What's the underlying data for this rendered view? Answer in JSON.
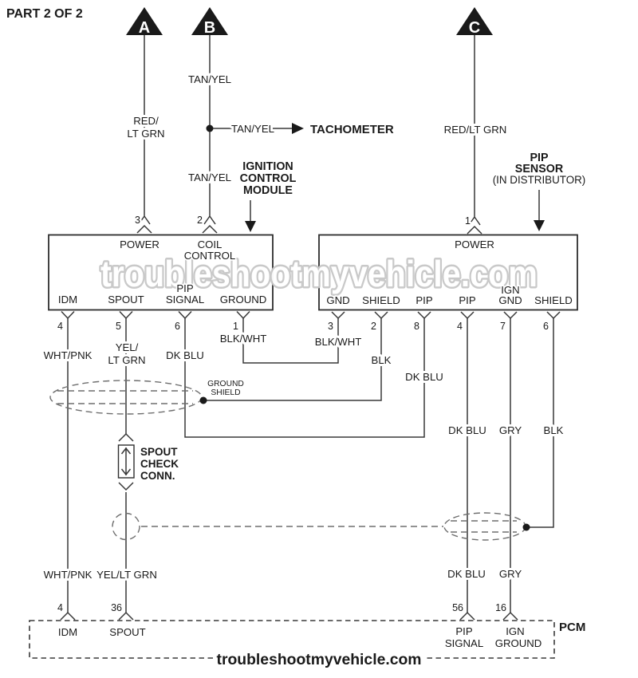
{
  "palette": {
    "line_color": "#383838",
    "watermark_gray": "#c7c7c7",
    "background": "#ffffff",
    "text_color": "#1a1a1a"
  },
  "header": {
    "part_label": "PART 2 OF 2"
  },
  "watermark": {
    "middle": "troubleshootmyvehicle.com",
    "footer": "troubleshootmyvehicle.com"
  },
  "connector_triangles": [
    {
      "letter": "A"
    },
    {
      "letter": "B"
    },
    {
      "letter": "C"
    }
  ],
  "top_section": {
    "wire_a_color_l1": "RED/",
    "wire_a_color_l2": "LT GRN",
    "wire_b_color_upper": "TAN/YEL",
    "wire_b_color_lower": "TAN/YEL",
    "tach_branch_color": "TAN/YEL",
    "tachometer_label": "TACHOMETER",
    "wire_c_color": "RED/LT GRN"
  },
  "icm_callout": {
    "l1": "IGNITION",
    "l2": "CONTROL",
    "l3": "MODULE"
  },
  "pip_callout": {
    "l1": "PIP",
    "l2": "SENSOR",
    "l3": "(IN DISTRIBUTOR)"
  },
  "left_module": {
    "top_pins": [
      {
        "num": "3",
        "label": "POWER"
      },
      {
        "num": "2",
        "label_l1": "COIL",
        "label_l2": "CONTROL"
      }
    ],
    "bottom_pins": [
      {
        "num": "4",
        "label": "IDM",
        "wire_color": "WHT/PNK"
      },
      {
        "num": "5",
        "label": "SPOUT",
        "wire_color_l1": "YEL/",
        "wire_color_l2": "LT GRN"
      },
      {
        "num": "6",
        "label_l1": "PIP",
        "label_l2": "SIGNAL",
        "wire_color": "DK BLU"
      },
      {
        "num": "1",
        "label": "GROUND",
        "wire_color": "BLK/WHT"
      }
    ]
  },
  "right_module": {
    "top_pin": {
      "num": "1",
      "label": "POWER"
    },
    "bottom_pins": [
      {
        "num": "3",
        "label": "GND",
        "wire_color": "BLK/WHT"
      },
      {
        "num": "2",
        "label": "SHIELD",
        "wire_color": "BLK"
      },
      {
        "num": "8",
        "label": "PIP",
        "wire_color": "DK BLU"
      },
      {
        "num": "4",
        "label": "PIP",
        "wire_color": "DK BLU"
      },
      {
        "num": "7",
        "label_l1": "IGN",
        "label_l2": "GND",
        "wire_color": "GRY"
      },
      {
        "num": "6",
        "label": "SHIELD",
        "wire_color": "BLK"
      }
    ]
  },
  "ground_shield_label": {
    "l1": "GROUND",
    "l2": "SHIELD"
  },
  "spout_check_label": {
    "l1": "SPOUT",
    "l2": "CHECK",
    "l3": "CONN."
  },
  "lower_wires": {
    "idm_color": "WHT/PNK",
    "spout_color": "YEL/LT GRN",
    "pip_color": "DK BLU",
    "ign_gnd_color": "GRY"
  },
  "pcm": {
    "name": "PCM",
    "pins": [
      {
        "num": "4",
        "label": "IDM"
      },
      {
        "num": "36",
        "label": "SPOUT"
      },
      {
        "num": "56",
        "label_l1": "PIP",
        "label_l2": "SIGNAL"
      },
      {
        "num": "16",
        "label_l1": "IGN",
        "label_l2": "GROUND"
      }
    ]
  }
}
